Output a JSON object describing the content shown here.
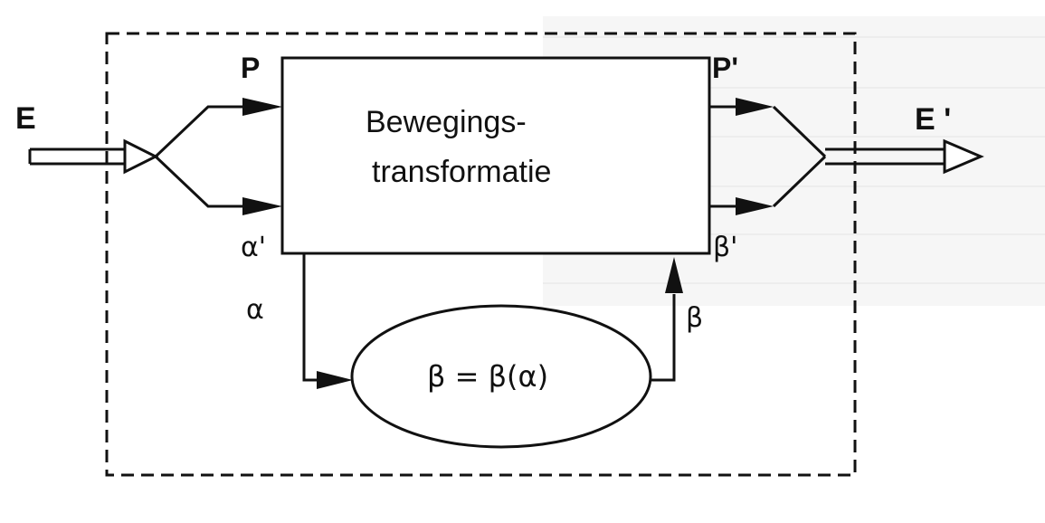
{
  "diagram": {
    "input_label": "E",
    "output_label": "E '",
    "box_title_line1": "Bewegings-",
    "box_title_line2": "transformatie",
    "port_P": "P",
    "port_P_prime": "P'",
    "port_alpha_prime": "α'",
    "port_beta_prime": "β'",
    "signal_alpha": "α",
    "signal_beta": "β",
    "function_label": "β = β(α)"
  },
  "colors": {
    "ink": "#111111",
    "paper": "#ffffff",
    "bleed_through_text": "#b9b9b9"
  }
}
